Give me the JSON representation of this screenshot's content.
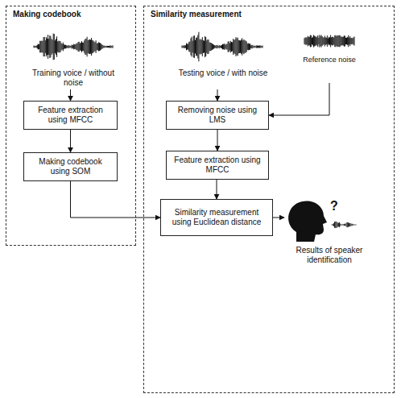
{
  "diagram": {
    "nodes": [
      {
        "text": [
          "Making codebook"
        ]
      },
      {
        "text": [
          "Similarity measurement"
        ]
      },
      {
        "text": [
          "Training voice / without noise"
        ],
        "in": 0
      },
      {
        "text": [
          "Feature extraction using MFCC"
        ],
        "in": 0
      },
      {
        "text": [
          "Making codebook using SOM"
        ],
        "in": 0
      },
      {
        "text": [
          "Testing voice / with noise"
        ],
        "in": 1
      },
      {
        "text": [
          "Reference noise"
        ],
        "in": 1
      },
      {
        "text": [
          "Removing noise using LMS"
        ],
        "in": 1
      },
      {
        "text": [
          "Feature extraction using MFCC"
        ],
        "in": 1
      },
      {
        "text": [
          "Similarity measurement using Euclidean distance"
        ],
        "in": 1
      },
      {
        "text": [
          "Results of speaker identification"
        ],
        "in": 1
      }
    ],
    "edges": [
      {
        "from": 2,
        "to": 3,
        "arrow": "to"
      },
      {
        "from": 3,
        "to": 4,
        "arrow": "to"
      },
      {
        "from": 4,
        "to": 9,
        "arrow": "to"
      },
      {
        "from": 5,
        "to": 7,
        "arrow": "to"
      },
      {
        "from": 6,
        "to": 7,
        "arrow": "to"
      },
      {
        "from": 7,
        "to": 8,
        "arrow": "to"
      },
      {
        "from": 8,
        "to": 9,
        "arrow": "to"
      },
      {
        "from": 9,
        "to": 10,
        "arrow": "to"
      }
    ],
    "labels": [
      "?"
    ]
  }
}
